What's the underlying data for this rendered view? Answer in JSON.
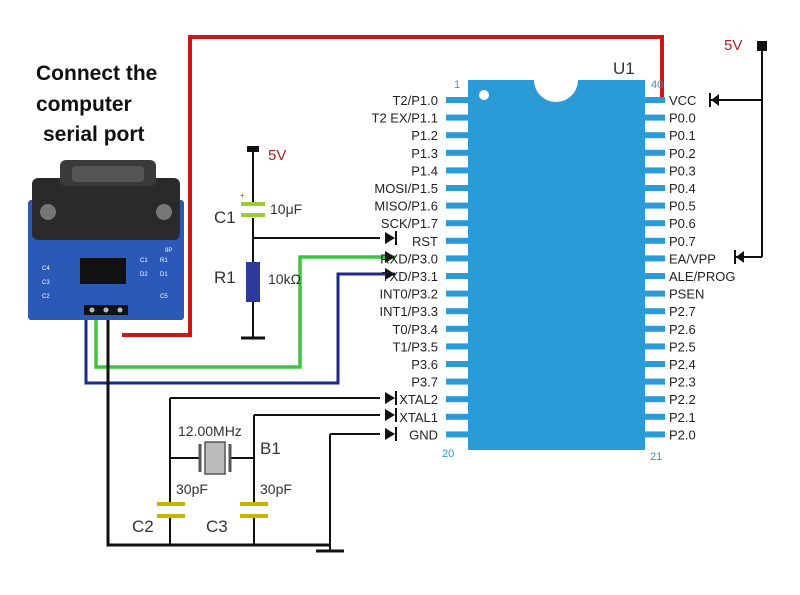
{
  "callout": {
    "line1": "Connect the",
    "line2": "computer",
    "line3": "serial port"
  },
  "chip": {
    "name": "U1",
    "pin_num_1": "1",
    "pin_num_40": "40",
    "pin_num_20": "20",
    "pin_num_21": "21",
    "left_pins": [
      "T2/P1.0",
      "T2 EX/P1.1",
      "P1.2",
      "P1.3",
      "P1.4",
      "MOSI/P1.5",
      "MISO/P1.6",
      "SCK/P1.7",
      "RST",
      "RXD/P3.0",
      "TXD/P3.1",
      "INT0/P3.2",
      "INT1/P3.3",
      "T0/P3.4",
      "T1/P3.5",
      "P3.6",
      "P3.7",
      "XTAL2",
      "XTAL1",
      "GND"
    ],
    "right_pins": [
      "VCC",
      "P0.0",
      "P0.1",
      "P0.2",
      "P0.3",
      "P0.4",
      "P0.5",
      "P0.6",
      "P0.7",
      "EA/VPP",
      "ALE/PROG",
      "PSEN",
      "P2.7",
      "P2.6",
      "P2.5",
      "P2.4",
      "P2.3",
      "P2.2",
      "P2.1",
      "P2.0"
    ],
    "body_color": "#2a9bd6"
  },
  "power": {
    "vcc_label_top": "5V",
    "vcc_label_cap": "5V"
  },
  "components": {
    "c1_name": "C1",
    "c1_value": "10μF",
    "r1_name": "R1",
    "r1_value": "10kΩ",
    "crystal_value": "12.00MHz",
    "crystal_name": "B1",
    "c2_name": "C2",
    "c3_name": "C3",
    "c2_value": "30pF",
    "c3_value": "30pF"
  },
  "module": {
    "board_label": "9P",
    "parts": [
      "C4",
      "C3",
      "C2",
      "C5",
      "R1",
      "D1",
      "C1",
      "D2"
    ]
  },
  "wire_colors": {
    "vcc": "#d31414",
    "rxd": "#3ec43e",
    "txd": "#1a2a8c",
    "gnd": "#111111"
  }
}
